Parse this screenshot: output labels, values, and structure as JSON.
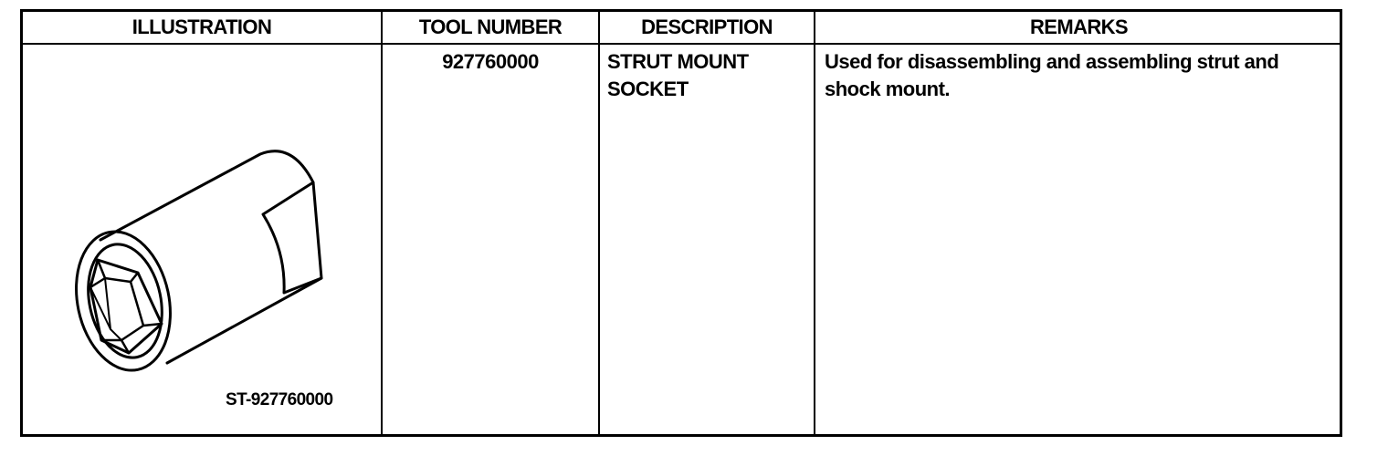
{
  "table": {
    "headers": {
      "illustration": "ILLUSTRATION",
      "tool_number": "TOOL NUMBER",
      "description": "DESCRIPTION",
      "remarks": "REMARKS"
    },
    "row": {
      "illustration_caption": "ST-927760000",
      "tool_number": "927760000",
      "description_line1": "STRUT MOUNT",
      "description_line2": "SOCKET",
      "remarks_line1": "Used for disassembling and assembling strut and",
      "remarks_line2": "shock mount."
    }
  },
  "illustration": {
    "icon": "socket-wrench-icon"
  }
}
